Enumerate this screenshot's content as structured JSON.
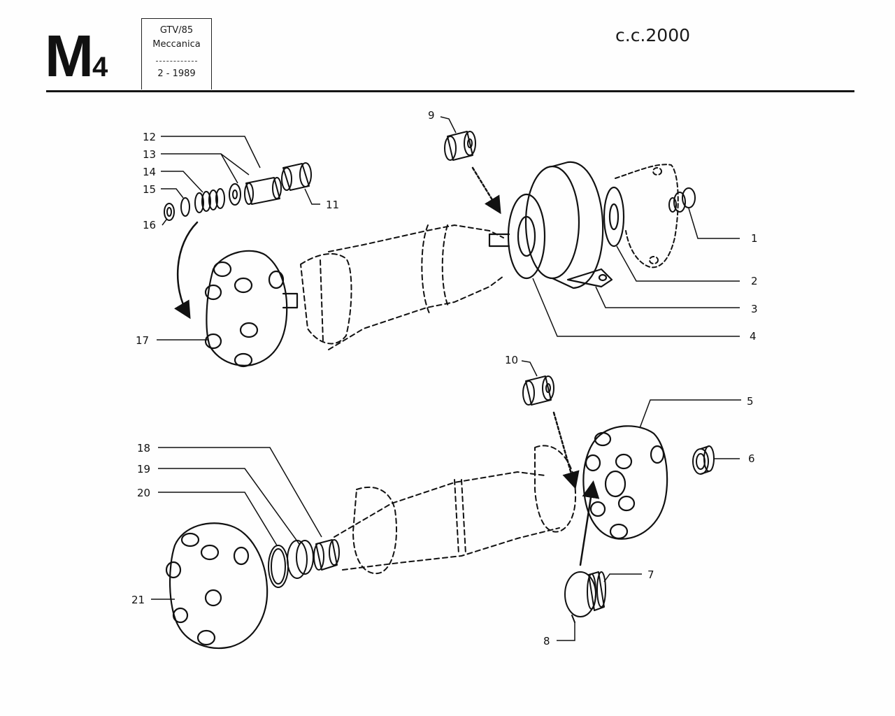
{
  "header": {
    "section_letter": "M",
    "section_number": "4",
    "info_line1": "GTV/85",
    "info_line2": "Meccanica",
    "info_line3": "2 - 1989",
    "engine": "c.c.2000"
  },
  "callouts": {
    "c1": "1",
    "c2": "2",
    "c3": "3",
    "c4": "4",
    "c5": "5",
    "c6": "6",
    "c7": "7",
    "c8": "8",
    "c9": "9",
    "c10": "10",
    "c11": "11",
    "c12": "12",
    "c13": "13",
    "c14": "14",
    "c15": "15",
    "c16": "16",
    "c17": "17",
    "c18": "18",
    "c19": "19",
    "c20": "20",
    "c21": "21"
  },
  "colors": {
    "ink": "#111111",
    "paper": "#fefefe"
  }
}
